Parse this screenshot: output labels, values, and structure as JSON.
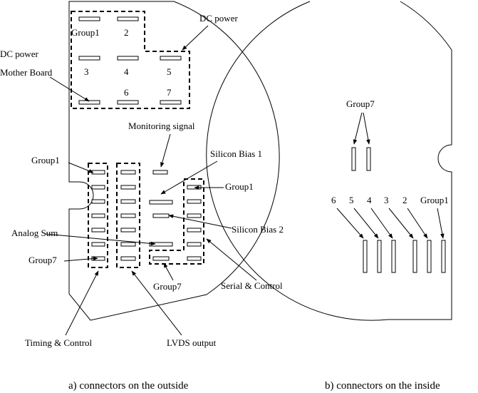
{
  "outside": {
    "caption": "a)  connectors on the outside",
    "groups": [
      "Group1",
      "2",
      "3",
      "4",
      "5",
      "6",
      "7"
    ],
    "labels": {
      "dc_power_top": "DC power",
      "dc_power_left": "DC power",
      "mother_board": "Mother Board",
      "monitoring_signal": "Monitoring signal",
      "silicon_bias_1": "Silicon Bias 1",
      "silicon_bias_2": "Silicon Bias 2",
      "group1_left": "Group1",
      "group1_right": "Group1",
      "analog_sum": "Analog Sum",
      "group7_left": "Group7",
      "group7_bottom": "Group7",
      "serial_control": "Serial & Control",
      "timing_control": "Timing & Control",
      "lvds_output": "LVDS output"
    }
  },
  "inside": {
    "caption": "b) connectors on the inside",
    "group7": "Group7",
    "numbers": [
      "6",
      "5",
      "4",
      "3",
      "2",
      "Group1"
    ]
  }
}
